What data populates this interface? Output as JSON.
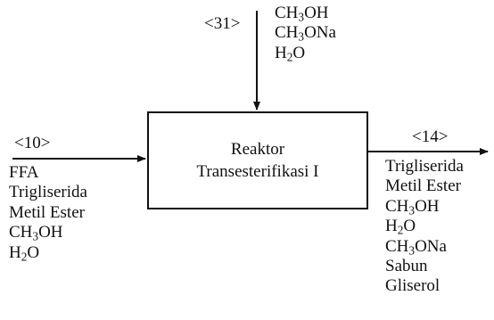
{
  "reactor": {
    "title_line1": "Reaktor",
    "title_line2": "Transesterifikasi I"
  },
  "inlet_top": {
    "stream_id": "<31>",
    "components": [
      "CH3OH",
      "CH3ONa",
      "H2O"
    ]
  },
  "inlet_left": {
    "stream_id": "<10>",
    "components": [
      "FFA",
      "Trigliserida",
      "Metil Ester",
      "CH3OH",
      "H2O"
    ]
  },
  "outlet_right": {
    "stream_id": "<14>",
    "components": [
      "Trigliserida",
      "Metil Ester",
      "CH3OH",
      "H2O",
      "CH3ONa",
      "Sabun",
      "Gliserol"
    ]
  }
}
